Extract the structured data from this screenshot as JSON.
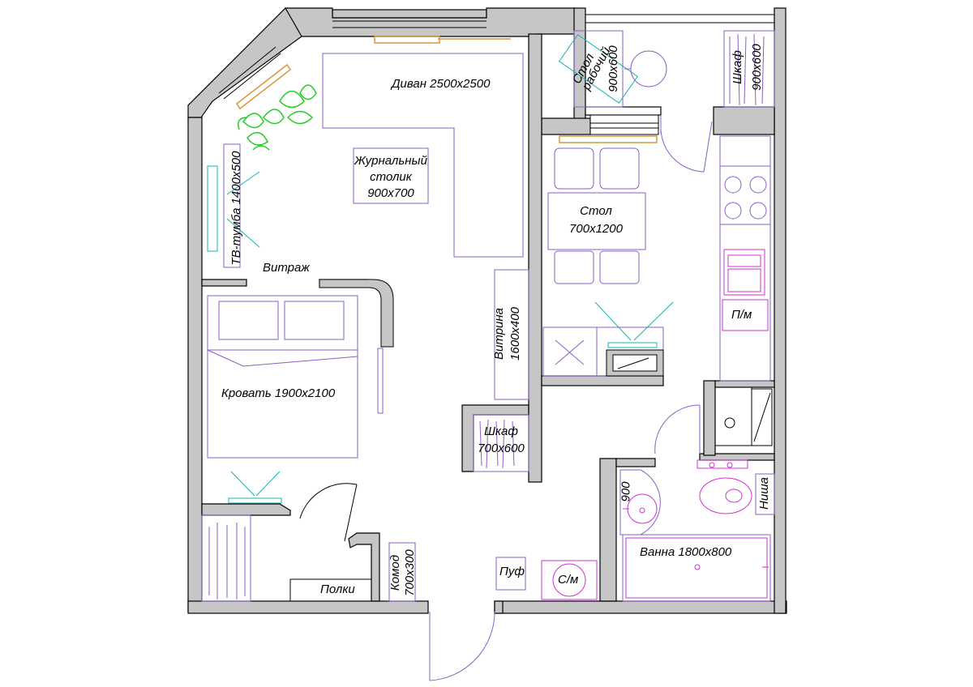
{
  "colors": {
    "wall": "#000000",
    "wall_fill": "#c6c6c6",
    "furniture": "#8a5fc4",
    "plumbing": "#cc33cc",
    "plants": "#22cc22",
    "windows_sill": "#d9963a",
    "tv": "#14b3b3"
  },
  "labels": {
    "sofa": "Диван  2500х2500",
    "coffee_table_line1": "Журнальный",
    "coffee_table_line2": "столик",
    "coffee_table_line3": "900х700",
    "tv_stand": "ТВ-тумба 1400х500",
    "stained_glass": "Витраж",
    "showcase_line1": "Витрина",
    "showcase_line2": "1600х400",
    "bed": "Кровать 1900х2100",
    "wardrobe_hall_line1": "Шкаф",
    "wardrobe_hall_line2": "700х600",
    "shelves": "Полки",
    "dresser_line1": "Комод",
    "dresser_line2": "700х300",
    "pouf": "Пуф",
    "desk_line1": "Стол",
    "desk_line2": "рабочий",
    "desk_line3": "900х600",
    "wardrobe_balcony_line1": "Шкаф",
    "wardrobe_balcony_line2": "900х600",
    "dining_table_line1": "Стол",
    "dining_table_line2": "700х1200",
    "dishwasher": "П/м",
    "washing_machine": "С/м",
    "sink_size": "900",
    "niche": "Ниша",
    "bathtub": "Ванна 1800х800"
  }
}
